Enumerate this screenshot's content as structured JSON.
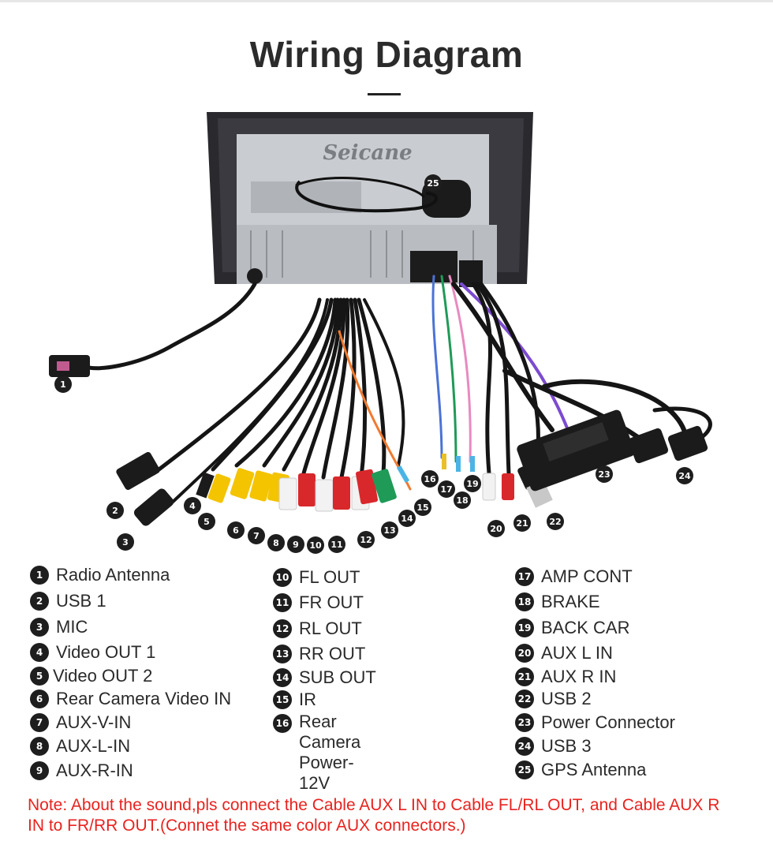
{
  "title": "Wiring Diagram",
  "brand": "Seicane",
  "legend": [
    {
      "num": "1",
      "label": "Radio Antenna"
    },
    {
      "num": "2",
      "label": "USB 1"
    },
    {
      "num": "3",
      "label": "MIC"
    },
    {
      "num": "4",
      "label": "Video OUT 1"
    },
    {
      "num": "5",
      "label": "Video OUT 2"
    },
    {
      "num": "6",
      "label": "Rear Camera Video IN"
    },
    {
      "num": "7",
      "label": "AUX-V-IN"
    },
    {
      "num": "8",
      "label": "AUX-L-IN"
    },
    {
      "num": "9",
      "label": "AUX-R-IN"
    },
    {
      "num": "10",
      "label": "FL OUT"
    },
    {
      "num": "11",
      "label": "FR OUT"
    },
    {
      "num": "12",
      "label": "RL OUT"
    },
    {
      "num": "13",
      "label": "RR OUT"
    },
    {
      "num": "14",
      "label": "SUB OUT"
    },
    {
      "num": "15",
      "label": "IR"
    },
    {
      "num": "16",
      "label": "Rear Camera\nPower-12V"
    },
    {
      "num": "17",
      "label": "AMP CONT"
    },
    {
      "num": "18",
      "label": "BRAKE"
    },
    {
      "num": "19",
      "label": "BACK CAR"
    },
    {
      "num": "20",
      "label": "AUX L IN"
    },
    {
      "num": "21",
      "label": "AUX R IN"
    },
    {
      "num": "22",
      "label": "USB 2"
    },
    {
      "num": "23",
      "label": "Power Connector"
    },
    {
      "num": "24",
      "label": "USB 3"
    },
    {
      "num": "25",
      "label": "GPS Antenna"
    }
  ],
  "note": "Note: About the sound,pls connect the Cable AUX L IN to Cable FL/RL OUT, and Cable AUX R IN to  FR/RR OUT.(Connet the same color AUX connectors.)",
  "colors": {
    "badge": "#1e1e1e",
    "note": "#e8231f",
    "rca_yellow": "#f4c400",
    "rca_white": "#f2f2f2",
    "rca_red": "#d8282c",
    "rca_green": "#1f9a57"
  }
}
